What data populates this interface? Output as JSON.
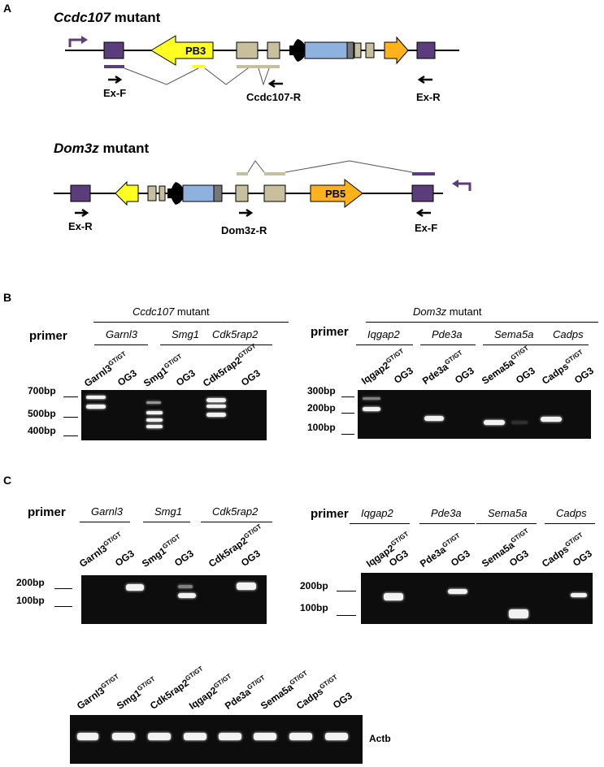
{
  "panels": {
    "A": "A",
    "B": "B",
    "C": "C"
  },
  "panelA": {
    "ccdc": {
      "title": "Ccdc107",
      "title_suffix": " mutant",
      "pb": "PB3",
      "primers": {
        "exf": "Ex-F",
        "r": "Ccdc107-R",
        "exr": "Ex-R"
      }
    },
    "dom": {
      "title": "Dom3z",
      "title_suffix": " mutant",
      "pb": "PB5",
      "primers": {
        "exr": "Ex-R",
        "r": "Dom3z-R",
        "exf": "Ex-F"
      }
    }
  },
  "panelB": {
    "left_title": "Ccdc107",
    "left_title_suffix": " mutant",
    "right_title": "Dom3z",
    "right_title_suffix": " mutant",
    "primer_label": "primer",
    "left_genes": [
      "Garnl3",
      "Smg1",
      "Cdk5rap2"
    ],
    "right_genes": [
      "Iqgap2",
      "Pde3a",
      "Sema5a",
      "Cadps"
    ],
    "left_lanes": [
      {
        "name": "Garnl3",
        "sup": "GT/GT"
      },
      {
        "name": "OG3",
        "sup": ""
      },
      {
        "name": "Smg1",
        "sup": "GT/GT"
      },
      {
        "name": "OG3",
        "sup": ""
      },
      {
        "name": "Cdk5rap2",
        "sup": "GT/GT"
      },
      {
        "name": "OG3",
        "sup": ""
      }
    ],
    "right_lanes": [
      {
        "name": "Iqgap2",
        "sup": "GT/GT"
      },
      {
        "name": "OG3",
        "sup": ""
      },
      {
        "name": "Pde3a",
        "sup": "GT/GT"
      },
      {
        "name": "OG3",
        "sup": ""
      },
      {
        "name": "Sema5a",
        "sup": "GT/GT"
      },
      {
        "name": "OG3",
        "sup": ""
      },
      {
        "name": "Cadps",
        "sup": "GT/GT"
      },
      {
        "name": "OG3",
        "sup": ""
      }
    ],
    "left_sizes": [
      "700bp",
      "500bp",
      "400bp"
    ],
    "right_sizes": [
      "300bp",
      "200bp",
      "100bp"
    ]
  },
  "panelC": {
    "primer_label": "primer",
    "left_genes": [
      "Garnl3",
      "Smg1",
      "Cdk5rap2"
    ],
    "right_genes": [
      "Iqgap2",
      "Pde3a",
      "Sema5a",
      "Cadps"
    ],
    "left_lanes": [
      {
        "name": "Garnl3",
        "sup": "GT/GT"
      },
      {
        "name": "OG3",
        "sup": ""
      },
      {
        "name": "Smg1",
        "sup": "GT/GT"
      },
      {
        "name": "OG3",
        "sup": ""
      },
      {
        "name": "Cdk5rap2",
        "sup": "GT/GT"
      },
      {
        "name": "OG3",
        "sup": ""
      }
    ],
    "right_lanes": [
      {
        "name": "Iqgap2",
        "sup": "GT/GT"
      },
      {
        "name": "OG3",
        "sup": ""
      },
      {
        "name": "Pde3a",
        "sup": "GT/GT"
      },
      {
        "name": "OG3",
        "sup": ""
      },
      {
        "name": "Sema5a",
        "sup": "GT/GT"
      },
      {
        "name": "OG3",
        "sup": ""
      },
      {
        "name": "Cadps",
        "sup": "GT/GT"
      },
      {
        "name": "OG3",
        "sup": ""
      }
    ],
    "left_sizes": [
      "200bp",
      "100bp"
    ],
    "right_sizes": [
      "200bp",
      "100bp"
    ],
    "actb_lanes": [
      {
        "name": "Garnl3",
        "sup": "GT/GT"
      },
      {
        "name": "Smg1",
        "sup": "GT/GT"
      },
      {
        "name": "Cdk5rap2",
        "sup": "GT/GT"
      },
      {
        "name": "Iqgap2",
        "sup": "GT/GT"
      },
      {
        "name": "Pde3a",
        "sup": "GT/GT"
      },
      {
        "name": "Sema5a",
        "sup": "GT/GT"
      },
      {
        "name": "Cadps",
        "sup": "GT/GT"
      },
      {
        "name": "OG3",
        "sup": ""
      }
    ],
    "actb_label": "Actb"
  },
  "colors": {
    "exon_purple": "#5a3d7a",
    "exon_tan": "#c8bf9c",
    "pb3_yellow": "#ffff22",
    "pb5_orange": "#ffb21a",
    "blue_box": "#8fb1dd",
    "gel": "#0d0d0d",
    "band": "#f2f2f2"
  }
}
